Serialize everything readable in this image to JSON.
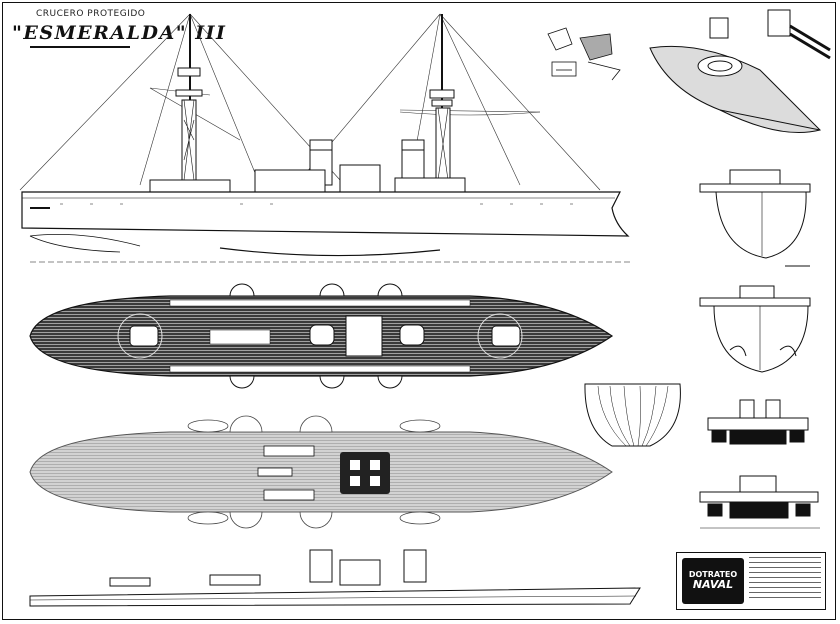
{
  "drawing": {
    "subtitle": "CRUCERO PROTEGIDO",
    "title": "\"ESMERALDA\" III"
  },
  "title_block": {
    "logo_top": "DOTRATEO",
    "logo_bottom": "NAVAL"
  },
  "colors": {
    "ink": "#111111",
    "deck_dark": "#3a3a3a",
    "deck_light": "#cfcfcf",
    "paper": "#ffffff"
  }
}
